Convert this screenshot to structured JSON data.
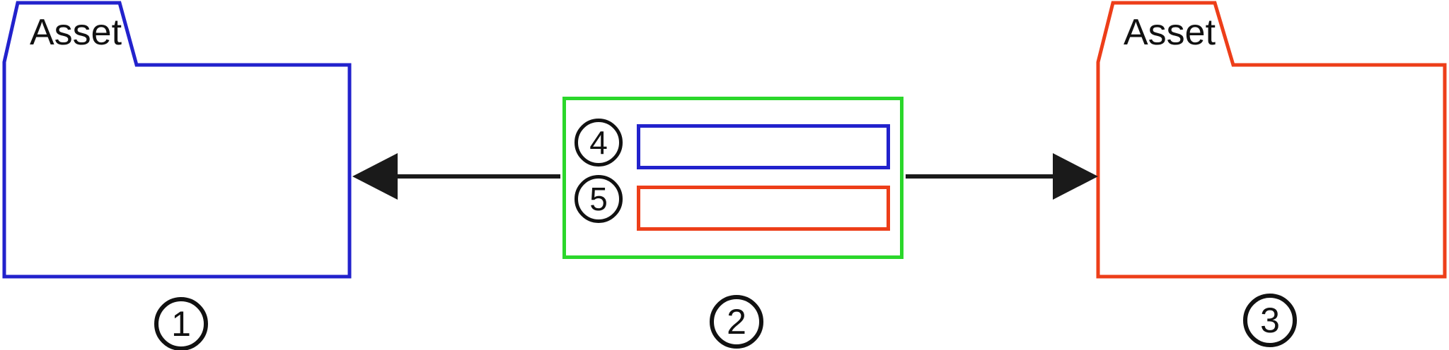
{
  "diagram": {
    "source_folder": {
      "label": "Asset",
      "badge": "1",
      "border_color": "#2222CC"
    },
    "target_folder": {
      "label": "Asset",
      "badge": "3",
      "border_color": "#ED3E19"
    },
    "mapping_box": {
      "badge": "2",
      "border_color": "#2BD72B",
      "rows": [
        {
          "badge": "4",
          "border_color": "#2222CC"
        },
        {
          "badge": "5",
          "border_color": "#ED3E19"
        }
      ]
    },
    "arrows": {
      "color": "#1A1A1A"
    }
  }
}
